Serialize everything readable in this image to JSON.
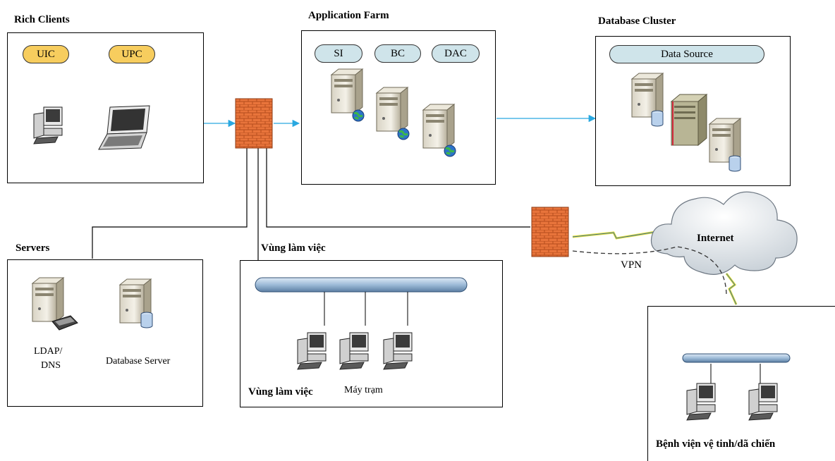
{
  "rich_clients": {
    "title": "Rich Clients",
    "tags": [
      "UIC",
      "UPC"
    ]
  },
  "app_farm": {
    "title": "Application Farm",
    "tags": [
      "SI",
      "BC",
      "DAC"
    ]
  },
  "db_cluster": {
    "title": "Database Cluster",
    "source": "Data Source"
  },
  "servers": {
    "title": "Servers",
    "ldap_line1": "LDAP/",
    "ldap_line2": "DNS",
    "db_server": "Database Server"
  },
  "workspace": {
    "title": "Vùng làm việc",
    "inner_label": "Vùng làm việc",
    "workstations": "Máy trạm"
  },
  "internet": {
    "label": "Internet",
    "vpn": "VPN"
  },
  "hospital": {
    "title": "Bệnh viện vệ tinh/dã chiến"
  },
  "colors": {
    "arrow": "#29a8e0",
    "pill_blue": "#cfe4ea",
    "pill_yellow": "#f7cd5e",
    "firewall": "#e8743b",
    "bus": "#a9c4dd"
  }
}
